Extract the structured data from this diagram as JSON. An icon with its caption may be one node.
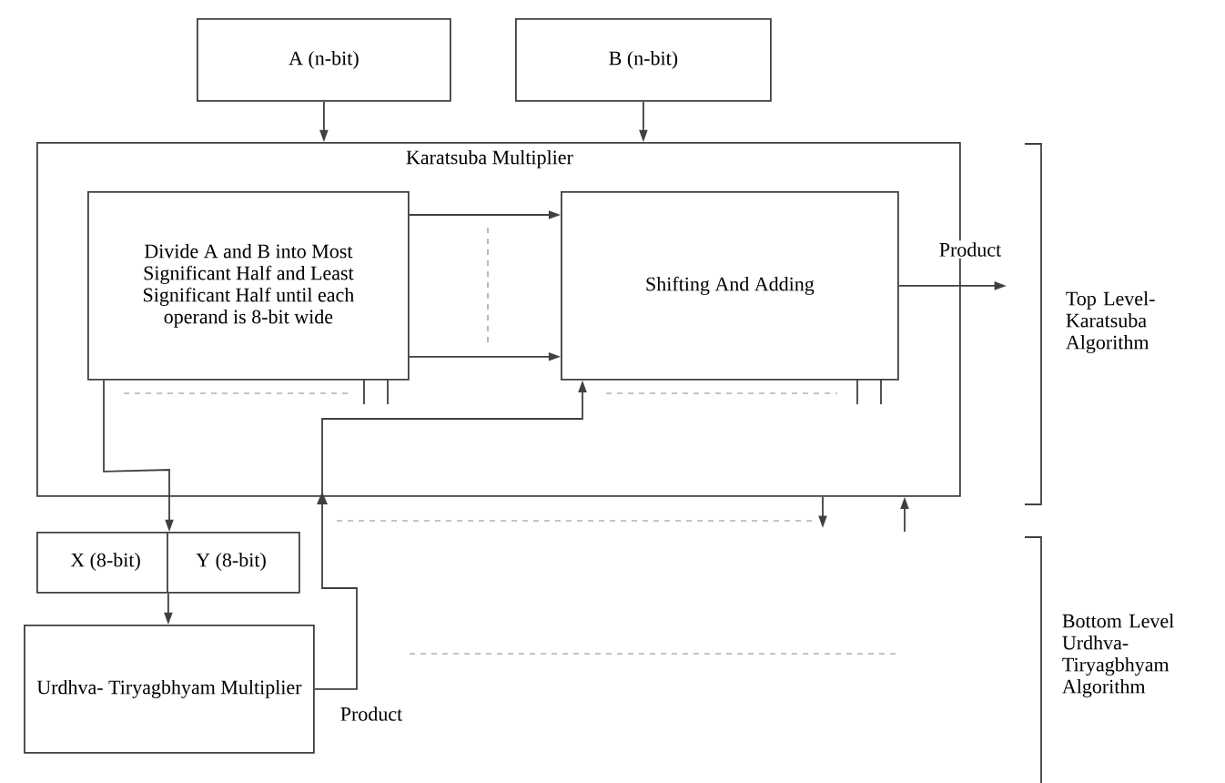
{
  "diagram": {
    "nodes": [
      {
        "text": [
          "A (n-bit)"
        ]
      },
      {
        "text": [
          "B (n-bit)"
        ]
      },
      {
        "text": [
          "Karatsuba Multiplier"
        ]
      },
      {
        "text": [
          "Divide A and B into Most Significant Half and Least Significant Half until each operand is 8-bit wide"
        ],
        "in": 2
      },
      {
        "text": [
          "Shifting And Adding"
        ],
        "in": 2
      },
      {
        "text": [
          "X (8-bit)",
          "Y (8-bit)"
        ]
      },
      {
        "text": [
          "Urdhva- Tiryagbhyam Multiplier"
        ]
      }
    ],
    "edges": [
      {
        "from": 0,
        "to": 2,
        "arrow": "to"
      },
      {
        "from": 1,
        "to": 2,
        "arrow": "to"
      },
      {
        "from": 3,
        "to": 4,
        "arrow": "to"
      },
      {
        "from": 3,
        "to": 4,
        "arrow": "to"
      },
      {
        "from": 4,
        "to": null,
        "arrow": "to",
        "label": "Product"
      },
      {
        "from": 3,
        "to": 5,
        "arrow": "to"
      },
      {
        "from": 5,
        "to": 6,
        "arrow": "to"
      },
      {
        "from": 6,
        "to": 4,
        "arrow": "to",
        "label": "Product"
      },
      {
        "from": 2,
        "to": null,
        "arrow": "to"
      },
      {
        "from": null,
        "to": 2,
        "arrow": "to"
      }
    ],
    "labels": [
      "Top Level- Karatsuba Algorithm",
      "Bottom Level Urdhva- Tiryagbhyam Algorithm"
    ]
  }
}
